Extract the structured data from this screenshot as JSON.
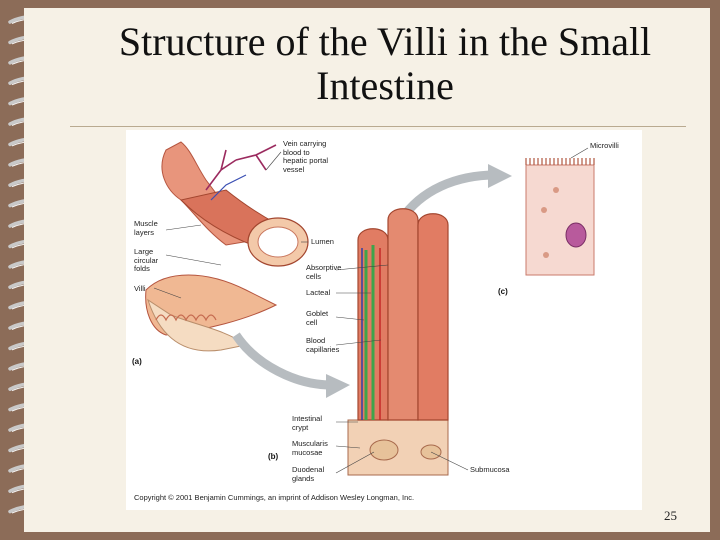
{
  "slide": {
    "title": "Structure of the Villi in the Small Intestine",
    "page_number": "25"
  },
  "figure": {
    "labels": {
      "vein": "Vein carrying\nblood to\nhepatic portal\nvessel",
      "muscle_layers": "Muscle\nlayers",
      "large_folds": "Large\ncircular\nfolds",
      "villi": "Villi",
      "lumen": "Lumen",
      "absorptive": "Absorptive\ncells",
      "lacteal": "Lacteal",
      "goblet": "Goblet\ncell",
      "blood_capillaries": "Blood\ncapillaries",
      "intestinal_crypt": "Intestinal\ncrypt",
      "muscularis": "Muscularis\nmucosae",
      "duodenal": "Duodenal\nglands",
      "submucosa": "Submucosa",
      "microvilli": "Microvilli",
      "panel_a": "(a)",
      "panel_b": "(b)",
      "panel_c": "(c)"
    },
    "copyright": "Copyright © 2001 Benjamin Cummings, an imprint of Addison Wesley Longman, Inc."
  }
}
